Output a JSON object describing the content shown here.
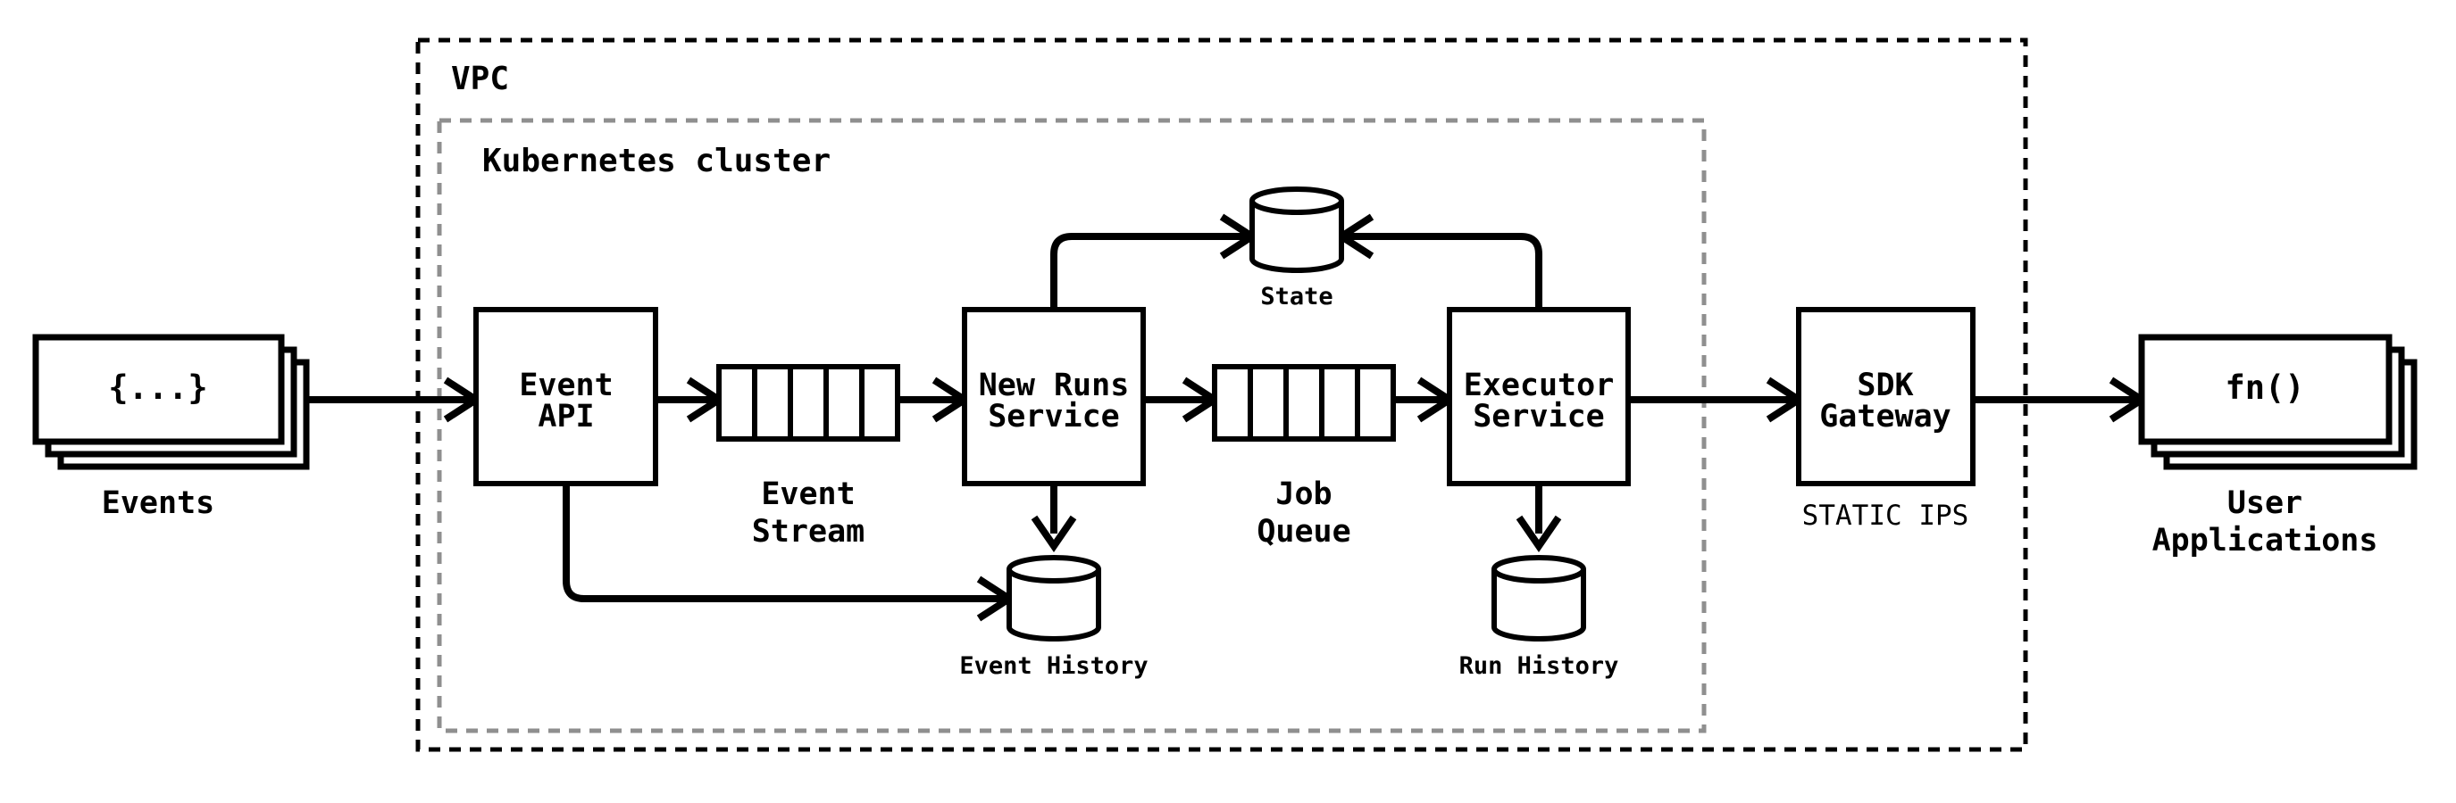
{
  "diagram": {
    "vpc": {
      "label": "VPC"
    },
    "kubernetes": {
      "label": "Kubernetes cluster"
    },
    "events": {
      "glyph": "{...}",
      "label": "Events"
    },
    "event_api": {
      "lines": [
        "Event",
        "API"
      ]
    },
    "event_stream": {
      "label_lines": [
        "Event",
        "Stream"
      ]
    },
    "new_runs_service": {
      "lines": [
        "New Runs",
        "Service"
      ]
    },
    "job_queue": {
      "label_lines": [
        "Job",
        "Queue"
      ]
    },
    "executor_service": {
      "lines": [
        "Executor",
        "Service"
      ]
    },
    "state": {
      "label": "State"
    },
    "event_history": {
      "label": "Event History"
    },
    "run_history": {
      "label": "Run History"
    },
    "sdk_gateway": {
      "lines": [
        "SDK",
        "Gateway"
      ],
      "caption": "STATIC IPS"
    },
    "user_applications": {
      "glyph": "fn()",
      "label_lines": [
        "User",
        "Applications"
      ]
    },
    "colors": {
      "ink": "#000000",
      "cluster_border": "#8f8f8f",
      "background": "#ffffff"
    }
  }
}
